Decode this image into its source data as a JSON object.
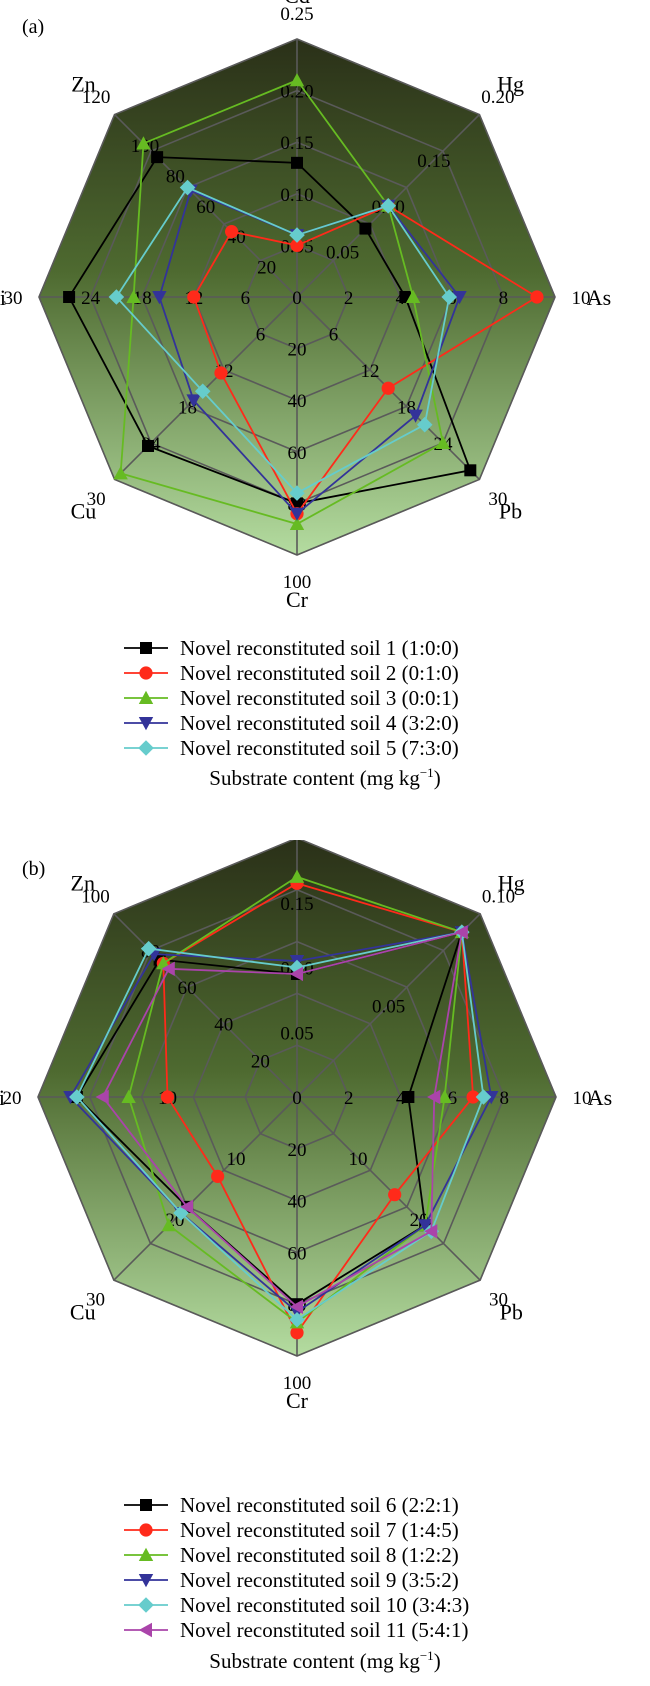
{
  "chart_data": [
    {
      "type": "radar",
      "panel_label": "(a)",
      "axes": [
        "Cd",
        "Hg",
        "As",
        "Pb",
        "Cr",
        "Cu",
        "Ni",
        "Zn"
      ],
      "axis_max": [
        0.25,
        0.2,
        10,
        30,
        100,
        30,
        30,
        120
      ],
      "axis_ticks": [
        [
          "0.05",
          "0.10",
          "0.15",
          "0.20",
          "0.25"
        ],
        [
          "0.05",
          "0.10",
          "0.15",
          "0.20"
        ],
        [
          "2",
          "4",
          "6",
          "8",
          "10"
        ],
        [
          "6",
          "12",
          "18",
          "24",
          "30"
        ],
        [
          "20",
          "40",
          "60",
          "80",
          "100"
        ],
        [
          "6",
          "12",
          "18",
          "24",
          "30"
        ],
        [
          "6",
          "12",
          "18",
          "24",
          "30"
        ],
        [
          "20",
          "40",
          "60",
          "80",
          "100",
          "120"
        ]
      ],
      "origin_label": "0",
      "series": [
        {
          "name": "Novel reconstituted soil 1 (1:0:0)",
          "color": "#000000",
          "marker": "square",
          "values": [
            0.13,
            0.075,
            4.2,
            28.5,
            80,
            24.5,
            26.5,
            92
          ]
        },
        {
          "name": "Novel reconstituted soil 2 (0:1:0)",
          "color": "#ff2a1a",
          "marker": "circle",
          "values": [
            0.05,
            0.1,
            9.3,
            15,
            84,
            12.5,
            12,
            43
          ]
        },
        {
          "name": "Novel reconstituted soil 3 (0:0:1)",
          "color": "#66bb22",
          "marker": "triangle-up",
          "values": [
            0.21,
            0.1,
            4.5,
            24,
            88,
            29,
            19,
            101
          ]
        },
        {
          "name": "Novel reconstituted soil 4 (3:2:0)",
          "color": "#333399",
          "marker": "triangle-down",
          "values": [
            0.06,
            0.1,
            6.3,
            19.5,
            84,
            17,
            16,
            70
          ]
        },
        {
          "name": "Novel reconstituted soil 5 (7:3:0)",
          "color": "#66cccc",
          "marker": "diamond",
          "values": [
            0.06,
            0.1,
            5.9,
            21,
            76,
            15.5,
            21,
            72
          ]
        }
      ],
      "caption": "Substrate content (mg kg",
      "caption_sup": "−1",
      "caption_end": ")"
    },
    {
      "type": "radar",
      "panel_label": "(b)",
      "axes": [
        "Cd",
        "Hg",
        "As",
        "Pb",
        "Cr",
        "Cu",
        "Ni",
        "Zn"
      ],
      "axis_max": [
        0.2,
        0.1,
        10,
        30,
        100,
        30,
        20,
        100
      ],
      "axis_ticks": [
        [
          "0.05",
          "0.10",
          "0.15",
          "0.20"
        ],
        [
          "0.05",
          "0.10"
        ],
        [
          "2",
          "4",
          "6",
          "8",
          "10"
        ],
        [
          "10",
          "20",
          "30"
        ],
        [
          "20",
          "40",
          "60",
          "80",
          "100"
        ],
        [
          "10",
          "20",
          "30"
        ],
        [
          "10",
          "20"
        ],
        [
          "20",
          "40",
          "60",
          "80",
          "100"
        ]
      ],
      "origin_label": "0",
      "series": [
        {
          "name": "Novel reconstituted soil 6  (2:2:1)",
          "color": "#000000",
          "marker": "square",
          "values": [
            0.095,
            0.09,
            4.3,
            21,
            80,
            18,
            17,
            75
          ]
        },
        {
          "name": "Novel reconstituted soil 7  (1:4:5)",
          "color": "#ff2a1a",
          "marker": "circle",
          "values": [
            0.165,
            0.09,
            6.8,
            16,
            91,
            13,
            10,
            73
          ]
        },
        {
          "name": "Novel reconstituted soil 8  (1:2:2)",
          "color": "#66bb22",
          "marker": "triangle-up",
          "values": [
            0.17,
            0.09,
            5.7,
            21,
            87,
            21,
            13,
            73
          ]
        },
        {
          "name": "Novel reconstituted soil 9  (3:5:2)",
          "color": "#333399",
          "marker": "triangle-down",
          "values": [
            0.105,
            0.09,
            7.5,
            21,
            83,
            19,
            17.5,
            78
          ]
        },
        {
          "name": "Novel reconstituted soil 10 (3:4:3)",
          "color": "#66cccc",
          "marker": "diamond",
          "values": [
            0.1,
            0.09,
            7.2,
            22,
            86,
            19,
            17,
            81
          ]
        },
        {
          "name": "Novel reconstituted soil 11 (5:4:1)",
          "color": "#aa44aa",
          "marker": "triangle-left",
          "values": [
            0.095,
            0.09,
            5.3,
            22,
            81,
            18,
            15,
            70
          ]
        }
      ],
      "caption": "Substrate content (mg kg",
      "caption_sup": "−1",
      "caption_end": ")"
    }
  ]
}
